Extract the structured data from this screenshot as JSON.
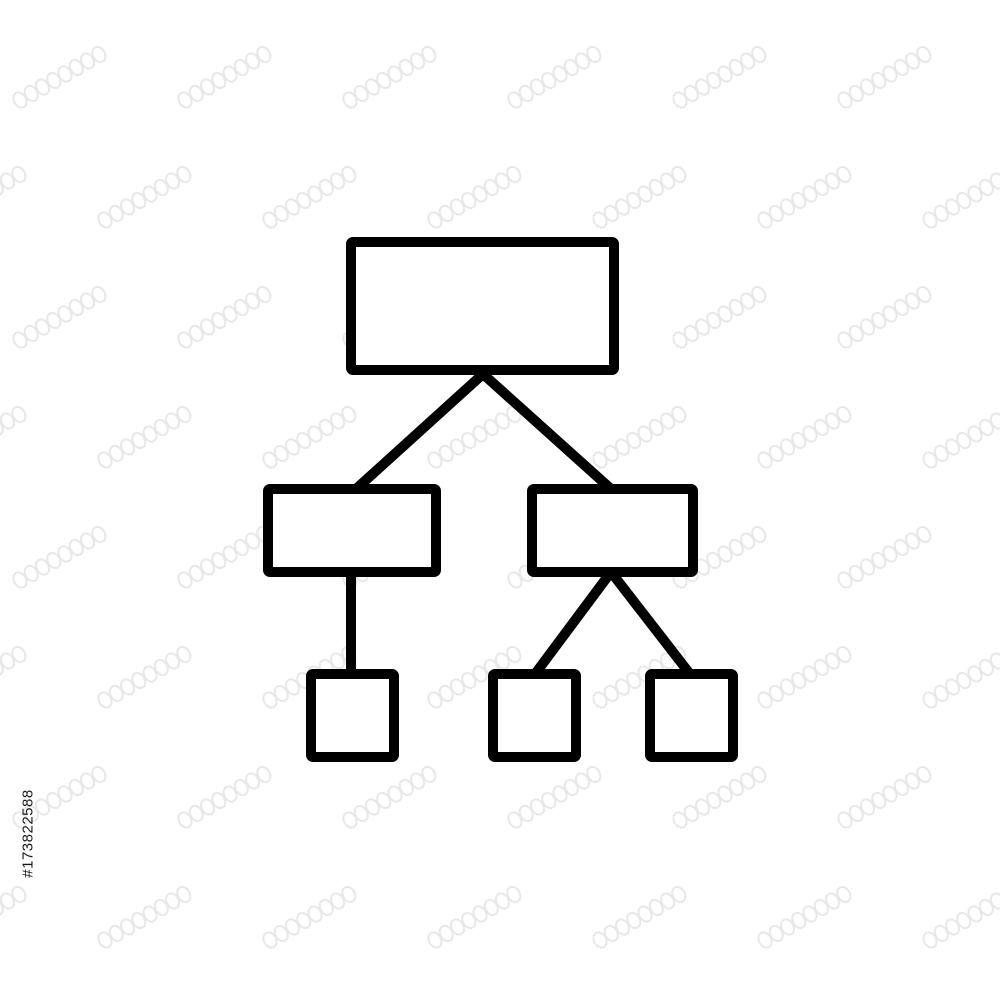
{
  "diagram": {
    "type": "hierarchy-tree-icon",
    "stroke_color": "#000000",
    "fill_color": "#ffffff",
    "nodes": [
      {
        "id": "root",
        "shape": "rectangle"
      },
      {
        "id": "left-child",
        "shape": "rectangle"
      },
      {
        "id": "right-child",
        "shape": "rectangle"
      },
      {
        "id": "leaf-left",
        "shape": "square"
      },
      {
        "id": "leaf-middle",
        "shape": "square"
      },
      {
        "id": "leaf-right",
        "shape": "square"
      }
    ],
    "edges": [
      {
        "from": "root",
        "to": "left-child"
      },
      {
        "from": "root",
        "to": "right-child"
      },
      {
        "from": "left-child",
        "to": "leaf-left"
      },
      {
        "from": "right-child",
        "to": "leaf-middle"
      },
      {
        "from": "right-child",
        "to": "leaf-right"
      }
    ]
  },
  "stock_id": "#173822588",
  "watermark": {
    "color": "#e8e8e8"
  },
  "background_color": "#ffffff"
}
